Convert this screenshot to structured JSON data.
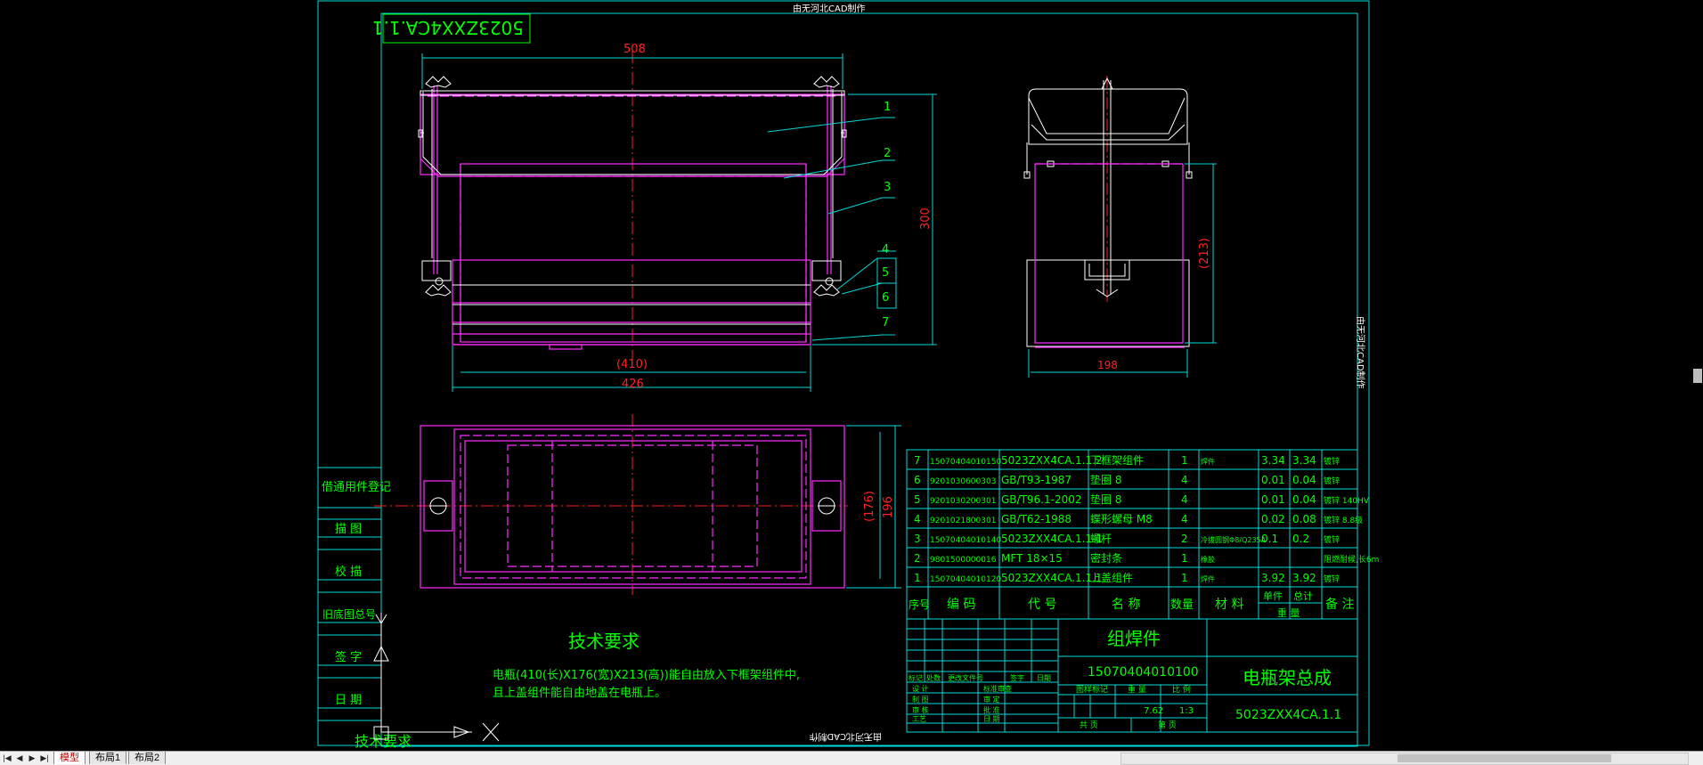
{
  "watermark": "由无河北CAD制作",
  "title_stamp": "5023ZXX4CA.1.1",
  "colors": {
    "frame": "#00d8d8",
    "part": "#ff2dff",
    "center": "#ff2020",
    "text": "#00ff00",
    "white": "#ffffff"
  },
  "dims": {
    "top_width": "508",
    "inner_410": "(410)",
    "width_426": "426",
    "height_300": "300",
    "side_213": "(213)",
    "side_198": "198",
    "plan_176": "(176)",
    "plan_196": "196"
  },
  "balloons": [
    "1",
    "2",
    "3",
    "4",
    "5",
    "6",
    "7"
  ],
  "left_column": {
    "row1": "借通用件登记",
    "row2": "描 图",
    "row3": "校 描",
    "row4": "旧底图总号",
    "row5": "签 字",
    "row6": "日 期"
  },
  "notes": {
    "heading": "技术要求",
    "line1": "电瓶(410(长)X176(宽)X213(高))能自由放入下框架组件中,",
    "line2": "且上盖组件能自由地盖在电瓶上。",
    "bottom_label": "技术要求"
  },
  "bom": {
    "headers": [
      "序号",
      "编 码",
      "代 号",
      "名 称",
      "数量",
      "材 料",
      "单件 总计\n重 量",
      "备 注"
    ],
    "header_unit": "单件",
    "header_total": "总计",
    "header_weight": "重 量",
    "rows": [
      {
        "no": "7",
        "code": "15070404010150",
        "ref": "5023ZXX4CA.1.1.2",
        "name": "下框架组件",
        "qty": "1",
        "mat": "焊件",
        "unit": "3.34",
        "total": "3.34",
        "note": "镀锌"
      },
      {
        "no": "6",
        "code": "9201030600303",
        "ref": "GB/T93-1987",
        "name": "垫圈 8",
        "qty": "4",
        "mat": "",
        "unit": "0.01",
        "total": "0.04",
        "note": "镀锌"
      },
      {
        "no": "5",
        "code": "9201030200301",
        "ref": "GB/T96.1-2002",
        "name": "垫圈 8",
        "qty": "4",
        "mat": "",
        "unit": "0.01",
        "total": "0.04",
        "note": "镀锌 140HV"
      },
      {
        "no": "4",
        "code": "9201021800301",
        "ref": "GB/T62-1988",
        "name": "蝶形螺母 M8",
        "qty": "4",
        "mat": "",
        "unit": "0.02",
        "total": "0.08",
        "note": "镀锌 8.8级"
      },
      {
        "no": "3",
        "code": "15070404010140",
        "ref": "5023ZXX4CA.1.1-1",
        "name": "螺杆",
        "qty": "2",
        "mat": "冷拔圆钢Φ8/Q235A",
        "unit": "0.1",
        "total": "0.2",
        "note": "镀锌"
      },
      {
        "no": "2",
        "code": "9801500000016",
        "ref": "MFT 18×15",
        "name": "密封条",
        "qty": "1",
        "mat": "橡胶",
        "unit": "",
        "total": "",
        "note": "阻燃耐候,长6m"
      },
      {
        "no": "1",
        "code": "15070404010120",
        "ref": "5023ZXX4CA.1.1.1",
        "name": "上盖组件",
        "qty": "1",
        "mat": "焊件",
        "unit": "3.92",
        "total": "3.92",
        "note": "镀锌"
      }
    ]
  },
  "title_block": {
    "type": "组焊件",
    "code": "15070404010100",
    "name": "电瓶架总成",
    "drawing_no": "5023ZXX4CA.1.1",
    "weight": "7.62",
    "scale": "1:3",
    "labels": {
      "stage": "图样标记",
      "weight": "重 量",
      "scale": "比 例",
      "total": "共 页",
      "sheet": "第 页",
      "marks": "标记",
      "count": "处数",
      "change": "更改文件号",
      "sign": "签字",
      "date": "日期",
      "design": "设 计",
      "draw": "制 图",
      "check": "审 核",
      "craft": "工艺",
      "std": "标准审查",
      "review": "审 定",
      "approve": "批 准",
      "date2": "日 期"
    }
  },
  "tabs": {
    "model": "模型",
    "layout1": "布局1",
    "layout2": "布局2"
  },
  "nav": {
    "first": "|◀",
    "prev": "◀",
    "next": "▶",
    "last": "▶|"
  }
}
